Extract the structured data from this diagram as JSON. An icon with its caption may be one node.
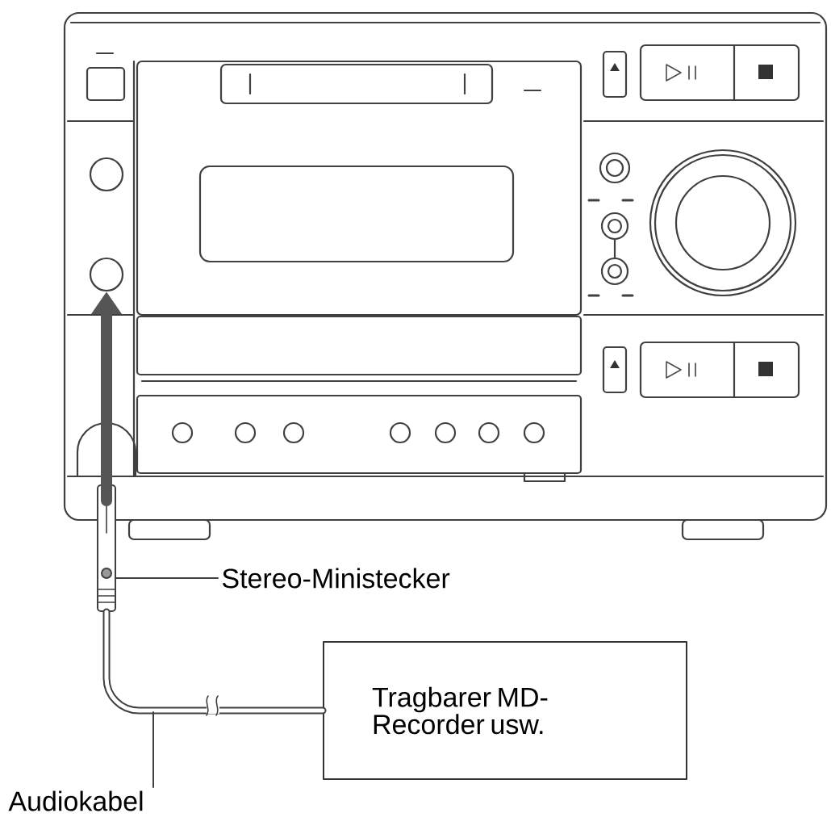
{
  "diagram": {
    "nodes": [
      {
        "text": [
          "Stereo-Ministecker"
        ]
      },
      {
        "text": [
          "Tragbarer MD-Recorder usw."
        ]
      },
      {
        "text": [
          "Audiokabel"
        ]
      },
      {
        "text": [],
        "shape": "circle"
      },
      {
        "text": [],
        "shape": "plug"
      }
    ],
    "edges": [
      {
        "from": 1,
        "to": 4,
        "arrow": "none",
        "style": "thick"
      },
      {
        "from": 4,
        "to": 3,
        "arrow": "to",
        "style": "thick",
        "color": "#555555"
      },
      {
        "from": 0,
        "to": 4,
        "arrow": "none"
      },
      {
        "from": 2,
        "to": null,
        "arrow": "none"
      }
    ]
  }
}
